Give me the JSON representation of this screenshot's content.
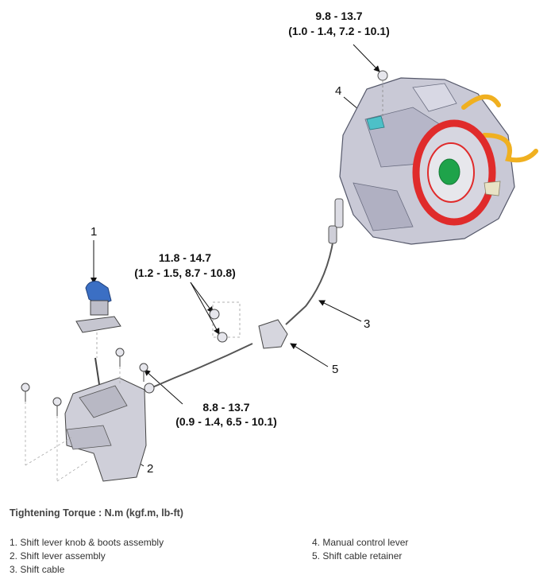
{
  "torque_specs": {
    "top": {
      "line1": "9.8 - 13.7",
      "line2": "(1.0 - 1.4, 7.2 - 10.1)"
    },
    "middle": {
      "line1": "11.8 - 14.7",
      "line2": "(1.2 - 1.5, 8.7 - 10.8)"
    },
    "lower": {
      "line1": "8.8 - 13.7",
      "line2": "(0.9 - 1.4, 6.5 - 10.1)"
    }
  },
  "callouts": [
    "1",
    "2",
    "3",
    "4",
    "5"
  ],
  "units_note": "Tightening Torque : N.m (kgf.m, lb-ft)",
  "legend": {
    "item1": "1. Shift lever knob & boots assembly",
    "item2": "2. Shift lever assembly",
    "item3": "3. Shift cable",
    "item4": "4. Manual control lever",
    "item5": "5. Shift cable retainer"
  },
  "colors": {
    "transmission_body": "#c9c9d6",
    "flywheel_ring": "#e02b2b",
    "flywheel_center": "#1ea34a",
    "harness": "#f0b020",
    "knob": "#3b6fc4"
  }
}
